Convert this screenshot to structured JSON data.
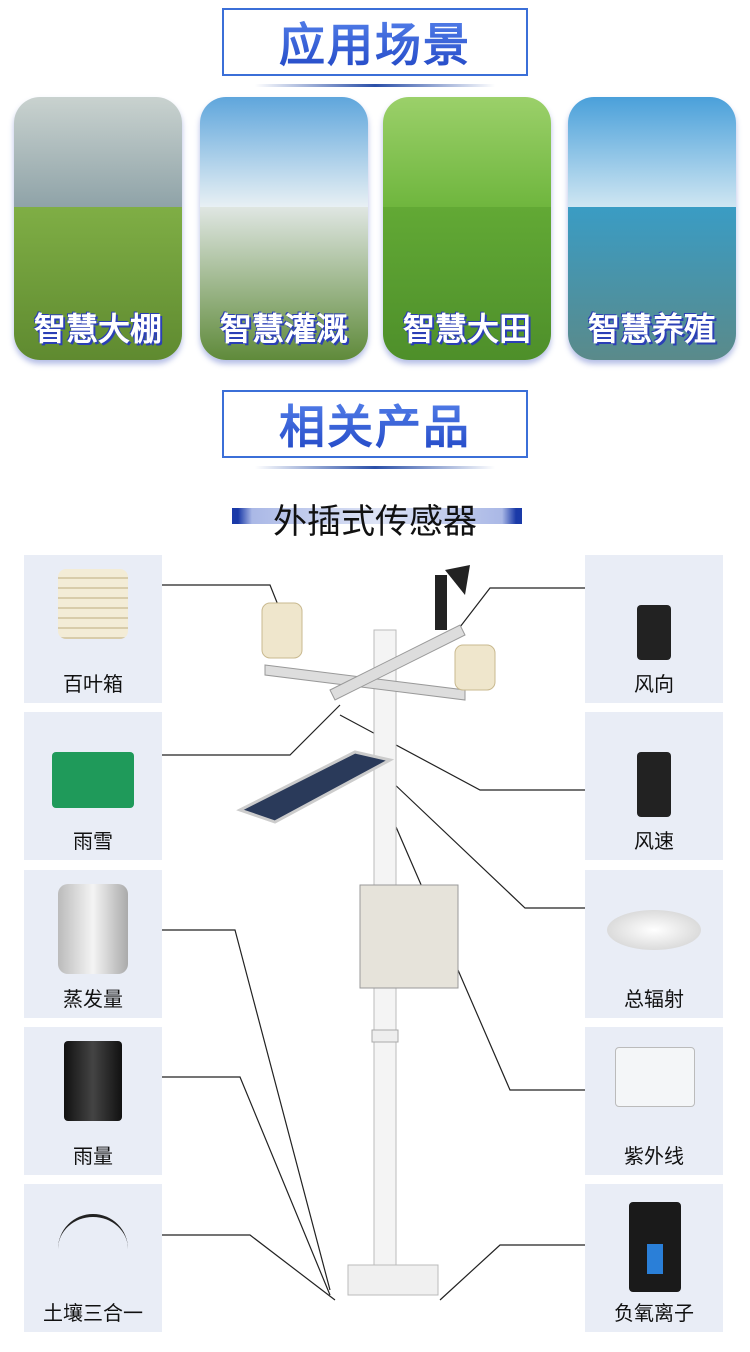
{
  "sections": {
    "scenes_title": "应用场景",
    "products_title": "相关产品",
    "subtitle": "外插式传感器"
  },
  "scenes": [
    {
      "label": "智慧大棚",
      "sky": "#8fa3a8",
      "ground": "#6f9a3c"
    },
    {
      "label": "智慧灌溉",
      "sky": "#9cc6e6",
      "ground": "#5f8a3a"
    },
    {
      "label": "智慧大田",
      "sky": "#7fbf4a",
      "ground": "#58a030"
    },
    {
      "label": "智慧养殖",
      "sky": "#8fc8ea",
      "ground": "#2f90b8"
    }
  ],
  "left_products": [
    {
      "label": "百叶箱"
    },
    {
      "label": "雨雪"
    },
    {
      "label": "蒸发量"
    },
    {
      "label": "雨量"
    },
    {
      "label": "土壤三合一"
    }
  ],
  "right_products": [
    {
      "label": "风向"
    },
    {
      "label": "风速"
    },
    {
      "label": "总辐射"
    },
    {
      "label": "紫外线"
    },
    {
      "label": "负氧离子"
    }
  ],
  "colors": {
    "accent": "#2d5ad6",
    "panel": "#e9edf6"
  }
}
